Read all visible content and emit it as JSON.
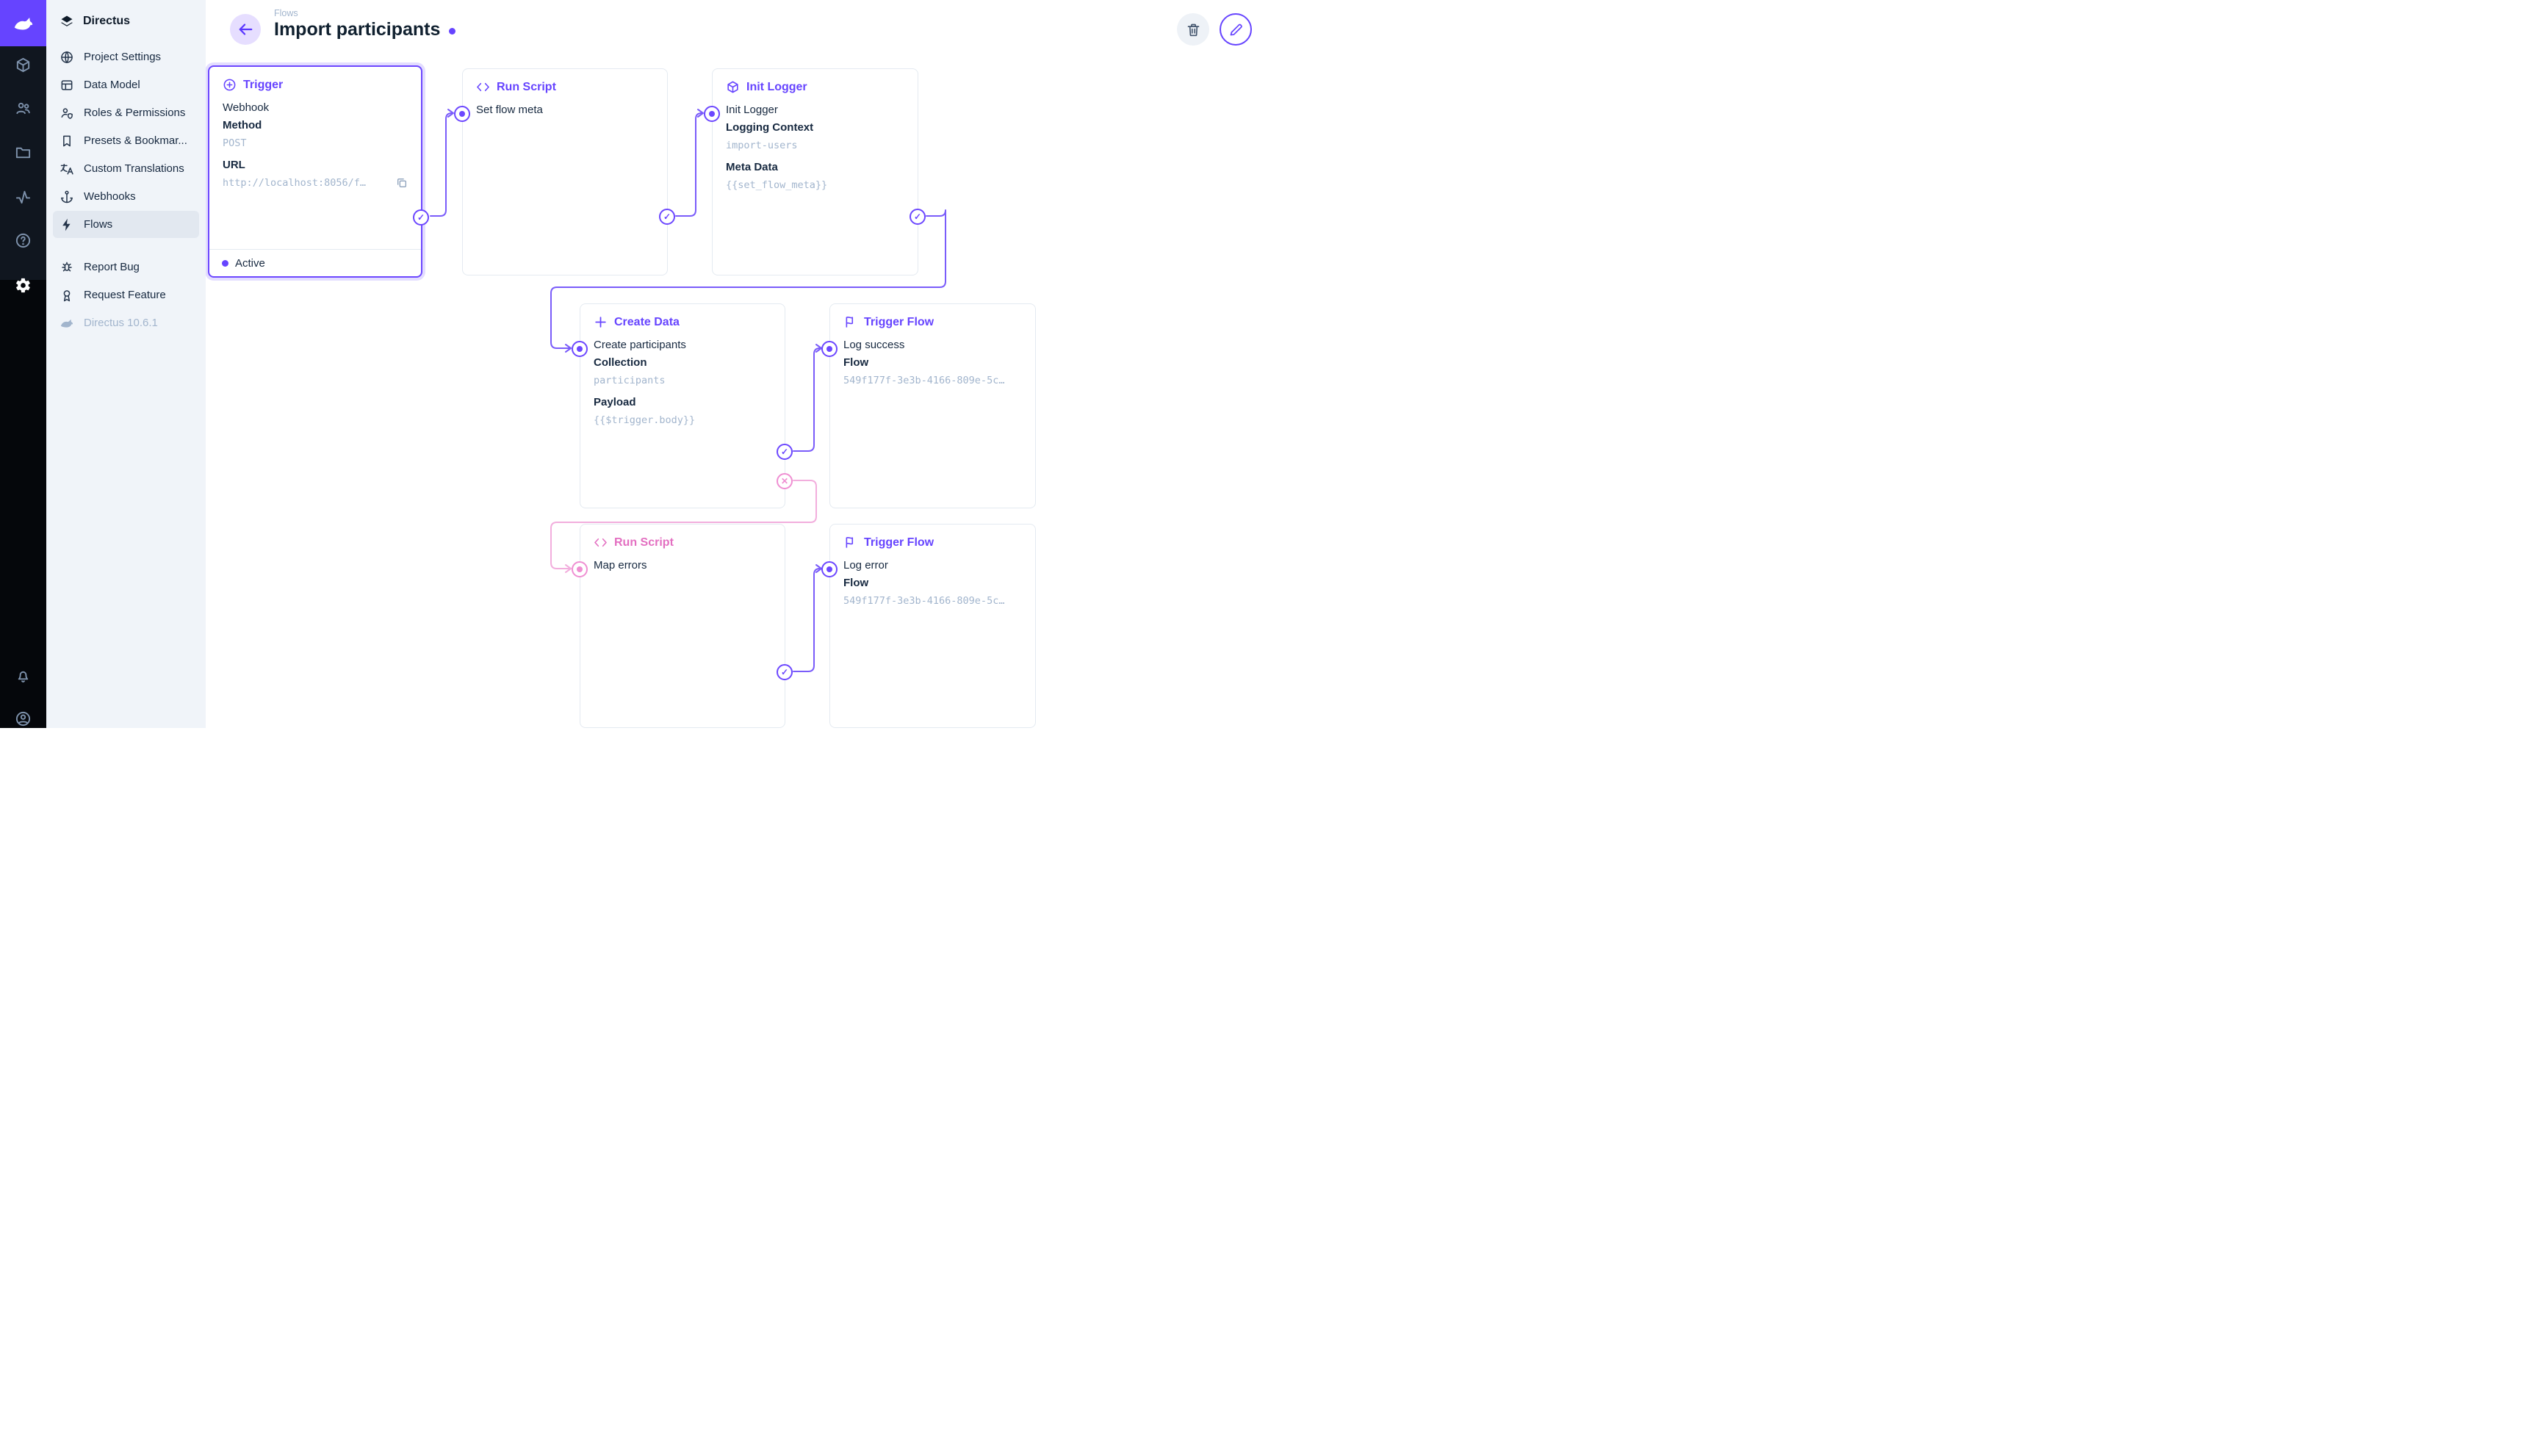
{
  "colors": {
    "primary": "#6644ff",
    "pink": "#e36fc1",
    "pink_line": "#f2aedd",
    "sidebar_bg": "#f0f4f9",
    "module_bar_bg": "#10161f"
  },
  "module_bar": {
    "logo": "directus-rabbit-logo",
    "modules": [
      {
        "icon": "content-module-icon"
      },
      {
        "icon": "users-module-icon"
      },
      {
        "icon": "files-module-icon"
      },
      {
        "icon": "insights-module-icon"
      },
      {
        "icon": "docs-module-icon"
      },
      {
        "icon": "settings-module-icon",
        "active": true
      }
    ],
    "bottom": [
      {
        "icon": "notifications-icon"
      },
      {
        "icon": "account-icon"
      }
    ]
  },
  "sidebar": {
    "project_name": "Directus",
    "items": [
      {
        "label": "Project Settings",
        "icon": "globe-icon"
      },
      {
        "label": "Data Model",
        "icon": "data-model-icon"
      },
      {
        "label": "Roles & Permissions",
        "icon": "roles-icon"
      },
      {
        "label": "Presets & Bookmar...",
        "icon": "bookmark-icon"
      },
      {
        "label": "Custom Translations",
        "icon": "translate-icon"
      },
      {
        "label": "Webhooks",
        "icon": "anchor-icon"
      },
      {
        "label": "Flows",
        "icon": "bolt-icon",
        "active": true
      }
    ],
    "secondary_items": [
      {
        "label": "Report Bug",
        "icon": "bug-icon"
      },
      {
        "label": "Request Feature",
        "icon": "award-icon"
      }
    ],
    "version": {
      "label": "Directus 10.6.1",
      "icon": "rabbit-icon"
    }
  },
  "header": {
    "breadcrumb": "Flows",
    "title": "Import participants"
  },
  "flow": {
    "panels": [
      {
        "id": "trigger",
        "title": "Trigger",
        "icon": "trigger-icon",
        "selected": true,
        "rows": [
          {
            "text": "Webhook",
            "kind": "text"
          },
          {
            "text": "Method",
            "kind": "label"
          },
          {
            "text": "POST",
            "kind": "mono"
          },
          {
            "text": "URL",
            "kind": "label"
          },
          {
            "text": "http://localhost:8056/f…",
            "kind": "mono",
            "copy": true
          }
        ],
        "footer": {
          "status": "Active"
        }
      },
      {
        "id": "run-script-1",
        "title": "Run Script",
        "icon": "code-icon",
        "rows": [
          {
            "text": "Set flow meta",
            "kind": "text"
          }
        ]
      },
      {
        "id": "init-logger",
        "title": "Init Logger",
        "icon": "cube-icon",
        "rows": [
          {
            "text": "Init Logger",
            "kind": "text"
          },
          {
            "text": "Logging Context",
            "kind": "label"
          },
          {
            "text": "import-users",
            "kind": "mono"
          },
          {
            "text": "Meta Data",
            "kind": "label"
          },
          {
            "text": "{{set_flow_meta}}",
            "kind": "mono"
          }
        ]
      },
      {
        "id": "create-data",
        "title": "Create Data",
        "icon": "plus-icon",
        "rows": [
          {
            "text": "Create participants",
            "kind": "text"
          },
          {
            "text": "Collection",
            "kind": "label"
          },
          {
            "text": "participants",
            "kind": "mono"
          },
          {
            "text": "Payload",
            "kind": "label"
          },
          {
            "text": "{{$trigger.body}}",
            "kind": "mono"
          }
        ]
      },
      {
        "id": "trigger-flow-success",
        "title": "Trigger Flow",
        "icon": "flag-icon",
        "rows": [
          {
            "text": "Log success",
            "kind": "text"
          },
          {
            "text": "Flow",
            "kind": "label"
          },
          {
            "text": "549f177f-3e3b-4166-809e-5c…",
            "kind": "mono"
          }
        ]
      },
      {
        "id": "run-script-2",
        "title": "Run Script",
        "icon": "code-icon",
        "tone": "pink",
        "rows": [
          {
            "text": "Map errors",
            "kind": "text"
          }
        ]
      },
      {
        "id": "trigger-flow-error",
        "title": "Trigger Flow",
        "icon": "flag-icon",
        "rows": [
          {
            "text": "Log error",
            "kind": "text"
          },
          {
            "text": "Flow",
            "kind": "label"
          },
          {
            "text": "549f177f-3e3b-4166-809e-5c…",
            "kind": "mono"
          }
        ]
      }
    ]
  }
}
